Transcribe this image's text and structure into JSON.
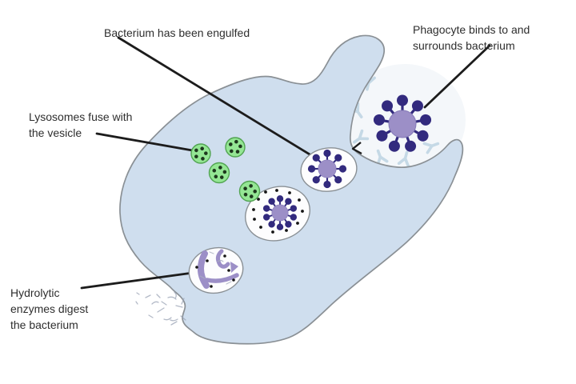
{
  "diagram": {
    "subject": "phagocytosis",
    "labels": {
      "engulfed": "Bacterium has been engulfed",
      "binds": "Phagocyte binds to and surrounds bacterium",
      "lysosomes": "Lysosomes fuse with the vesicle",
      "hydrolytic": "Hydrolytic enzymes digest the bacterium"
    },
    "lysosome_count": 4,
    "receptor_count": 6
  },
  "colors": {
    "background": "#ffffff",
    "cell_fill": "#cfdeee",
    "membrane": "#8a9095",
    "pocket_tint": "#f4f7fa",
    "receptor": "#c5d9e6",
    "vesicle_fill": "#fdfdfe",
    "vesicle_border": "#8a9095",
    "lysosome_fill": "#94e694",
    "lysosome_border": "#52a452",
    "lysosome_dot": "#1d371d",
    "bacterium_body": "#9c8fc7",
    "bacterium_spike": "#322a7e",
    "enzyme_dot": "#151515",
    "leader_line": "#1c1c1c",
    "debris": "#9aa3b5",
    "text": "#2e2e2e"
  }
}
